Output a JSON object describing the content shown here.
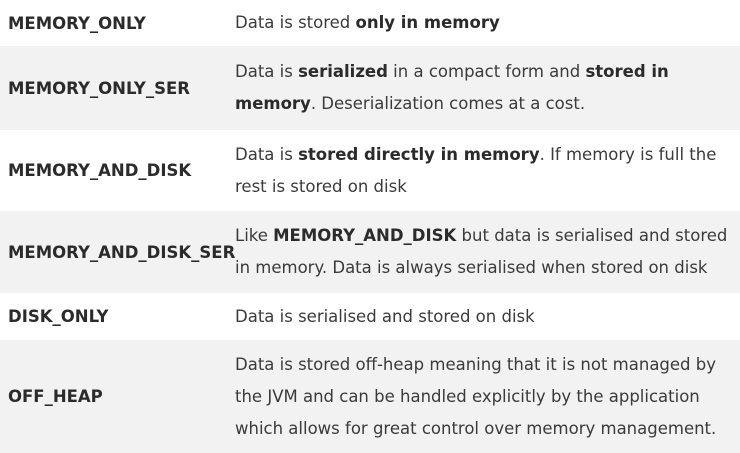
{
  "rows": [
    {
      "level": "MEMORY_ONLY",
      "parts": [
        {
          "t": "Data is stored ",
          "b": false
        },
        {
          "t": "only in memory",
          "b": true
        }
      ]
    },
    {
      "level": "MEMORY_ONLY_SER",
      "parts": [
        {
          "t": "Data is ",
          "b": false
        },
        {
          "t": "serialized",
          "b": true
        },
        {
          "t": " in a compact form and ",
          "b": false
        },
        {
          "t": "stored in memory",
          "b": true
        },
        {
          "t": ". Deserialization comes at a cost.",
          "b": false
        }
      ]
    },
    {
      "level": "MEMORY_AND_DISK",
      "parts": [
        {
          "t": "Data is ",
          "b": false
        },
        {
          "t": "stored directly in memory",
          "b": true
        },
        {
          "t": ". If memory is full the rest is stored on disk",
          "b": false
        }
      ]
    },
    {
      "level": "MEMORY_AND_DISK_SER",
      "parts": [
        {
          "t": "Like ",
          "b": false
        },
        {
          "t": "MEMORY_AND_DISK",
          "b": true
        },
        {
          "t": " but data is serialised and stored in memory. Data is always serialised when stored on disk",
          "b": false
        }
      ]
    },
    {
      "level": "DISK_ONLY",
      "parts": [
        {
          "t": "Data is serialised and stored on disk",
          "b": false
        }
      ]
    },
    {
      "level": "OFF_HEAP",
      "parts": [
        {
          "t": "Data is stored off-heap meaning that it is not managed by the JVM and can be handled explicitly by the application which allows for great control over memory management.",
          "b": false
        }
      ]
    }
  ]
}
